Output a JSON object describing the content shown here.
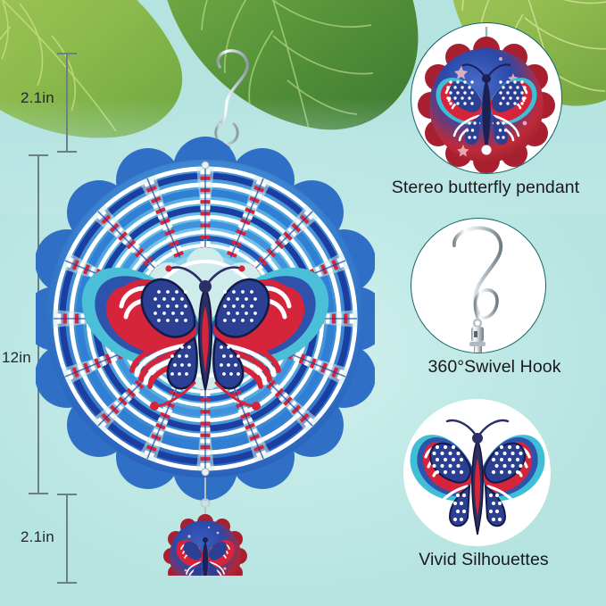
{
  "page": {
    "kind": "product-infographic",
    "background_color": "#b9e6e4",
    "product": "Patriotic butterfly wind spinner"
  },
  "dimensions": {
    "top_label": "2.1in",
    "middle_label": "12in",
    "bottom_label": "2.1in"
  },
  "features": [
    {
      "id": "pendant",
      "caption": "Stereo butterfly pendant",
      "icon": "butterfly-pendant-disc"
    },
    {
      "id": "hook",
      "caption": "360°Swivel Hook",
      "icon": "s-hook-swivel"
    },
    {
      "id": "silhouette",
      "caption": "Vivid Silhouettes",
      "icon": "butterfly-silhouette"
    }
  ],
  "colors": {
    "background": "#b9e6e4",
    "caption_text": "#17191a",
    "dimension_line": "#6d7f84",
    "circle_outline": "#16656a",
    "spinner_blue_dark": "#1b3fa0",
    "spinner_blue_mid": "#2f7fd4",
    "spinner_blue_light": "#7fd3ea",
    "flag_red": "#d6253a",
    "flag_blue": "#2b3f93",
    "flag_white": "#ffffff",
    "metal": "#c9d2d8",
    "leaf_green": "#7fae46",
    "leaf_green_dark": "#4e8c3a"
  },
  "main_spinner": {
    "name": "12in patriotic butterfly wind spinner",
    "hook": "s-hook",
    "center_motif": "american-flag-butterfly",
    "bottom_pendant": "butterfly-disc-pendant"
  }
}
